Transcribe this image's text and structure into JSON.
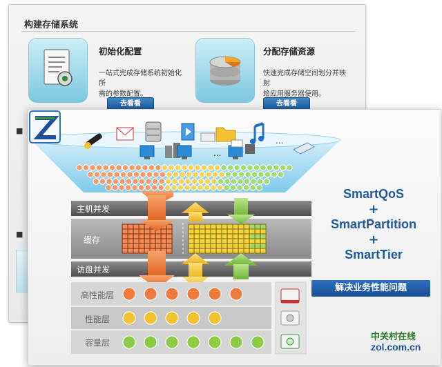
{
  "console": {
    "section_title": "构建存储系统",
    "cards": [
      {
        "title": "初始化配置",
        "description_lines": [
          "一站式完成存储系统初始化所",
          "需的参数配置。"
        ],
        "button": "去看看",
        "icon": "document-gear-icon"
      },
      {
        "title": "分配存储资源",
        "description_lines": [
          "快速完成存储空间划分并映射",
          "给应用服务器使用。"
        ],
        "button": "去看看",
        "icon": "database-pie-icon"
      }
    ]
  },
  "diagram": {
    "rows": {
      "host_concurrency": "主机并发",
      "cache": "缓存",
      "disk_concurrency": "访盘并发"
    },
    "tiers": [
      "高性能层",
      "性能层",
      "容量层"
    ],
    "ellipsis": [
      "...",
      "..."
    ],
    "products": [
      "SmartQoS",
      "SmartPartition",
      "SmartTier"
    ],
    "plus": "+",
    "badge": "解决业务性能问题",
    "colors": {
      "high_performance": "#ef7a3c",
      "performance": "#f2c230",
      "capacity": "#8ccb45",
      "brand_blue": "#1f5aa0"
    }
  },
  "watermark": {
    "cn": "中关村在线",
    "en": "zol.com.cn"
  }
}
